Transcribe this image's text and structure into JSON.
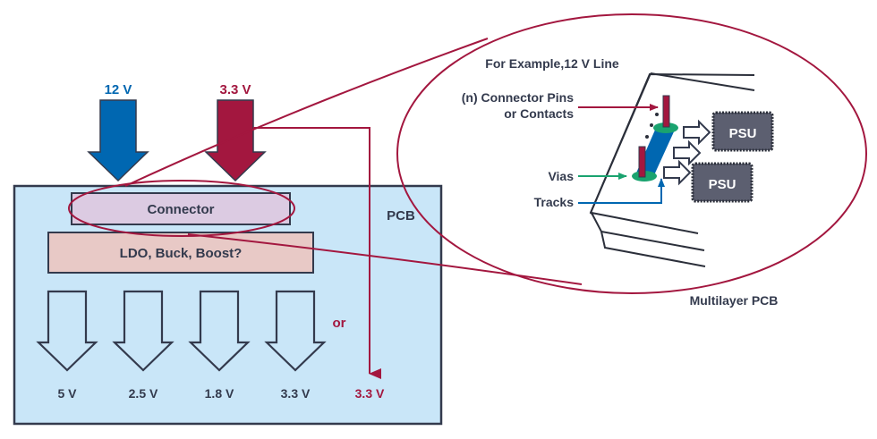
{
  "colors": {
    "dark": "#333a4d",
    "blue": "#0067b1",
    "crimson": "#a3173f",
    "pcb_fill": "#c9e6f8",
    "connector_fill": "#dccbe2",
    "converter_fill": "#e8c9c6",
    "green": "#1aa36f",
    "psu_fill": "#5c5f70"
  },
  "inputs": [
    {
      "label": "12 V",
      "color_key": "blue"
    },
    {
      "label": "3.3 V",
      "color_key": "crimson"
    }
  ],
  "pcb": {
    "label": "PCB",
    "connector_label": "Connector",
    "converter_label": "LDO, Buck, Boost?",
    "outputs": [
      "5 V",
      "2.5 V",
      "1.8 V",
      "3.3 V"
    ],
    "or_label": "or",
    "direct_output_label": "3.3 V"
  },
  "detail": {
    "title": "For Example,12 V Line",
    "pins_label_line1": "(n) Connector Pins",
    "pins_label_line2": "or Contacts",
    "vias_label": "Vias",
    "tracks_label": "Tracks",
    "psu_labels": [
      "PSU",
      "PSU"
    ],
    "caption": "Multilayer PCB"
  }
}
